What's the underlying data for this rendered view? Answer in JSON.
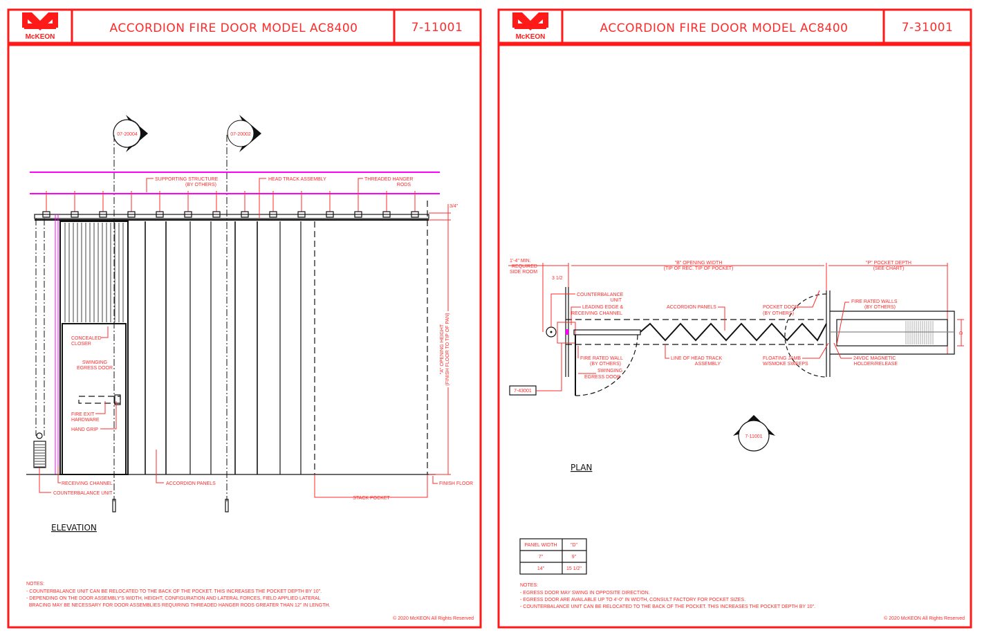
{
  "sheets": [
    {
      "logo": "McKEON",
      "title": "ACCORDION FIRE DOOR MODEL AC8400",
      "number": "7-11001",
      "view_title": "ELEVATION",
      "section_refs": [
        "07-20004",
        "07-20002"
      ],
      "labels": {
        "supporting_structure": [
          "SUPPORTING STRUCTURE",
          "(BY OTHERS)"
        ],
        "head_track": "HEAD TRACK ASSEMBLY",
        "hanger_rods": [
          "THREADED HANGER",
          "RODS"
        ],
        "concealed_closer": [
          "CONCEALED",
          "CLOSER"
        ],
        "swinging_door": [
          "SWINGING",
          "EGRESS DOOR"
        ],
        "fire_exit": [
          "FIRE EXIT",
          "HARDWARE"
        ],
        "hand_grip": "HAND GRIP",
        "receiving_channel": "RECEIVING CHANNEL",
        "counterbalance": "COUNTERBALANCE UNIT",
        "accordion_panels": "ACCORDION PANELS",
        "stack_pocket": "STACK POCKET",
        "finish_floor": "FINISH FLOOR",
        "opening_height": [
          "\"A\" OPENING HEIGHT",
          "(FINISH FLOOR TO TIP OF PAN)"
        ],
        "top_dim": "3/4\""
      },
      "notes_title": "NOTES:",
      "notes": [
        "- COUNTERBALANCE UNIT CAN BE RELOCATED TO THE BACK OF THE POCKET. THIS INCREASES THE POCKET DEPTH BY 10\".",
        "- DEPENDING ON THE DOOR ASSEMBLY'S WIDTH, HEIGHT, CONFIGURATION AND LATERAL FORCES, FIELD APPLIED LATERAL",
        "  BRACING MAY BE NECESSARY FOR DOOR ASSEMBLIES REQUIRING THREADED HANGER RODS GREATER THAN 12\" IN LENGTH."
      ],
      "copyright": "© 2020 McKEON All Rights Reserved"
    },
    {
      "logo": "McKEON",
      "title": "ACCORDION FIRE DOOR MODEL AC8400",
      "number": "7-31001",
      "view_title": "PLAN",
      "section_ref": "7-11001",
      "detail_ref": "7-43001",
      "labels": {
        "side_room": [
          "1'-4\" MIN.",
          "REQUIRED",
          "SIDE ROOM"
        ],
        "opening_width": [
          "\"B\" OPENING WIDTH",
          "(TIP OF REC. TIP OF POCKET)"
        ],
        "pocket_depth": [
          "\"P\" POCKET DEPTH",
          "(SEE CHART)"
        ],
        "small_dim": "3 1/2",
        "counterbalance": [
          "COUNTERBALANCE",
          "UNIT"
        ],
        "leading_edge": [
          "LEADING EDGE &",
          "RECEIVING CHANNEL"
        ],
        "accordion_panels": "ACCORDION PANELS",
        "pocket_door": [
          "POCKET DOOR",
          "(BY OTHERS)"
        ],
        "fire_walls": [
          "FIRE RATED WALLS",
          "(BY OTHERS)"
        ],
        "fire_wall": [
          "FIRE RATED WALL",
          "(BY OTHERS)"
        ],
        "swinging_door": [
          "SWINGING",
          "EGRESS DOOR"
        ],
        "head_track_line": [
          "LINE OF HEAD TRACK",
          "ASSEMBLY"
        ],
        "floating_jamb": [
          "FLOATING JAMB",
          "W/SMOKE SWEEPS"
        ],
        "magnetic": [
          "24VDC MAGNETIC",
          "HOLDER/RELEASE"
        ],
        "d_dim": "D"
      },
      "table": {
        "headers": [
          "PANEL WIDTH",
          "\"D\""
        ],
        "rows": [
          [
            "7\"",
            "9\""
          ],
          [
            "14\"",
            "15 1/2\""
          ]
        ]
      },
      "notes_title": "NOTES:",
      "notes": [
        "- EGRESS DOOR MAY SWING IN OPPOSITE DIRECTION.",
        "- EGRESS DOOR ARE AVAILABLE UP TO 4'-0\" IN WIDTH, CONSULT FACTORY FOR POCKET SIZES.",
        "- COUNTERBALANCE UNIT CAN BE RELOCATED TO THE BACK OF THE POCKET. THIS INCREASES THE POCKET DEPTH BY 10\"."
      ],
      "copyright": "© 2020 McKEON All Rights Reserved"
    }
  ],
  "colors": {
    "frame": "#ff1a1a",
    "text": "#ff2a2a",
    "structure": "#ff00ff"
  }
}
